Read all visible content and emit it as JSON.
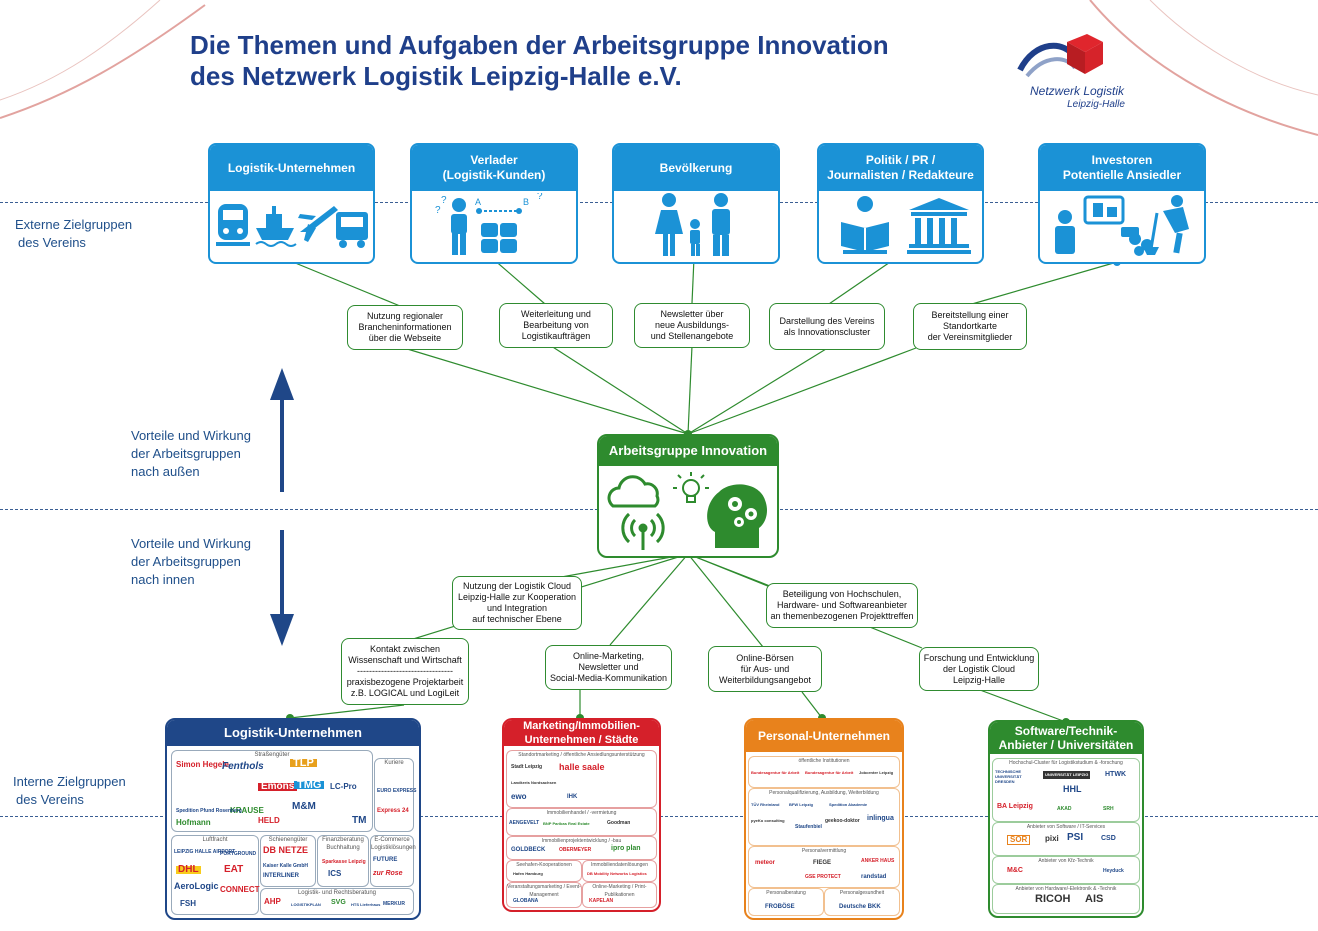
{
  "title": {
    "line1": "Die Themen und Aufgaben der Arbeitsgruppe Innovation",
    "line2": "des Netzwerk Logistik Leipzig-Halle e.V."
  },
  "logo": {
    "name": "Netzwerk Logistik",
    "sub": "Leipzig-Halle"
  },
  "side_labels": {
    "externe": [
      "Externe Zielgruppen",
      "des Vereins"
    ],
    "aussen": [
      "Vorteile und Wirkung",
      "der Arbeitsgruppen",
      "nach außen"
    ],
    "innen": [
      "Vorteile und Wirkung",
      "der Arbeitsgruppen",
      "nach innen"
    ],
    "interne": [
      "Interne Zielgruppen",
      "des Vereins"
    ]
  },
  "external_groups": [
    {
      "title": [
        "Logistik-Unternehmen"
      ],
      "icons": [
        "train-icon",
        "ship-icon",
        "plane-icon",
        "truck-icon"
      ]
    },
    {
      "title": [
        "Verlader",
        "(Logistik-Kunden)"
      ],
      "icons": [
        "person-question-icon",
        "route-a-b-icon",
        "containers-icon"
      ],
      "route": {
        "a": "A",
        "b": "B",
        "q": "?"
      }
    },
    {
      "title": [
        "Bevölkerung"
      ],
      "icons": [
        "family-icon"
      ]
    },
    {
      "title": [
        "Politik / PR /",
        "Journalisten / Redakteure"
      ],
      "icons": [
        "reader-icon",
        "government-building-icon"
      ]
    },
    {
      "title": [
        "Investoren",
        "Potentielle Ansiedler"
      ],
      "icons": [
        "investor-icon",
        "construction-worker-icon"
      ]
    }
  ],
  "external_benefits": [
    [
      "Nutzung regionaler",
      "Brancheninformationen",
      "über die Webseite"
    ],
    [
      "Weiterleitung und",
      "Bearbeitung von",
      "Logistikaufträgen"
    ],
    [
      "Newsletter über",
      "neue Ausbildungs-",
      "und Stellenangebote"
    ],
    [
      "Darstellung des Vereins",
      "als Innovationscluster"
    ],
    [
      "Bereitstellung einer",
      "Standortkarte",
      "der Vereinsmitglieder"
    ]
  ],
  "center": {
    "title": "Arbeitsgruppe Innovation",
    "icons": [
      "cloud-icon",
      "lightbulb-icon",
      "head-gears-icon",
      "signal-tower-icon"
    ]
  },
  "internal_benefits": [
    [
      "Nutzung der Logistik Cloud",
      "Leipzig-Halle zur Kooperation",
      "und Integration",
      "auf technischer Ebene"
    ],
    [
      "Beteiligung von Hochschulen,",
      "Hardware- und Softwareanbieter",
      "an themenbezogenen Projekttreffen"
    ],
    [
      "Kontakt zwischen",
      "Wissenschaft  und Wirtschaft",
      "--------------------------------",
      "praxisbezogene Projektarbeit",
      "z.B. LOGICAL und LogiLeit"
    ],
    [
      "Online-Marketing,",
      "Newsletter und",
      "Social-Media-Kommunikation"
    ],
    [
      "Online-Börsen",
      "für Aus- und",
      "Weiterbildungsangebot"
    ],
    [
      "Forschung und Entwicklung",
      "der Logistik Cloud",
      "Leipzig-Halle"
    ]
  ],
  "internal_groups": [
    {
      "title": [
        "Logistik-Unternehmen"
      ],
      "color": "#1f4788",
      "sections": [
        {
          "caption": "Straßengüter",
          "logos": [
            "Simon Hegele",
            "Fenthols",
            "TLP",
            "Emons",
            "TMG",
            "LC-Pro",
            "M&M",
            "HELD",
            "KRAUSE",
            "Spedition Pfund Rosenberg",
            "Hofmann",
            "TM"
          ]
        },
        {
          "caption": "Kuriere",
          "logos": [
            "EURO EXPRESS",
            "Express 24"
          ]
        },
        {
          "caption": "Luftfracht",
          "logos": [
            "LEIPZIG HALLE AIRPORT",
            "PORTGROUND",
            "DHL",
            "EAT",
            "AeroLogic",
            "CONNECT",
            "FSH"
          ]
        },
        {
          "caption": "Schienengüter",
          "logos": [
            "DB NETZE",
            "Kaiser Kalle GmbH",
            "INTERLINER"
          ]
        },
        {
          "caption": "Finanzberatung Buchhaltung",
          "logos": [
            "Sparkasse Leipzig",
            "ICS"
          ]
        },
        {
          "caption": "E-Commerce Logistiklösungen",
          "logos": [
            "FUTURE",
            "zur Rose"
          ]
        },
        {
          "caption": "Logistik- und Rechtsberatung",
          "logos": [
            "AHP",
            "LOGISTIKPLAN",
            "SVG",
            "HTS Lieferhaus",
            "MERKUR"
          ]
        }
      ]
    },
    {
      "title": [
        "Marketing/Immobilien-",
        "Unternehmen / Städte"
      ],
      "color": "#d5202a",
      "sections": [
        {
          "caption": "Standortmarketing / öffentliche Ansiedlungsunterstützung",
          "logos": [
            "Stadt Leipzig",
            "halle saale",
            "Landkreis Nordsachsen",
            "ewo",
            "IHK"
          ]
        },
        {
          "caption": "Immobilienhandel / -vermietung",
          "logos": [
            "AENGEVELT",
            "BNP Paribas Real Estate",
            "Goodman"
          ]
        },
        {
          "caption": "Immobilienprojektentwicklung / -bau",
          "logos": [
            "GOLDBECK",
            "OBERMEYER",
            "ipro plan"
          ]
        },
        {
          "caption": "Seehafen-Kooperationen",
          "logos": [
            "Hafen Hamburg"
          ]
        },
        {
          "caption": "Immobiliendatenlösungen",
          "logos": [
            "DB Mobility Networks Logistics"
          ]
        },
        {
          "caption": "Veranstaltungsmarketing / Event-Management",
          "logos": [
            "GLOBANA"
          ]
        },
        {
          "caption": "Online-Marketing / Print-Publikationen",
          "logos": [
            "KAPELAN"
          ]
        }
      ]
    },
    {
      "title": [
        "Personal-Unternehmen"
      ],
      "color": "#e8821c",
      "sections": [
        {
          "caption": "öffentliche Institutionen",
          "logos": [
            "Bundesagentur für Arbeit",
            "Bundesagentur für Arbeit",
            "Jobcenter Leipzig"
          ]
        },
        {
          "caption": "Personalqualifizierung, Ausbildung, Weiterbildung",
          "logos": [
            "TÜV Rheinland",
            "BFW Leipzig",
            "Spedition Akademie",
            "pyeKo consulting",
            "Staufenbiel",
            "geekoo-doktor",
            "inlingua"
          ]
        },
        {
          "caption": "Personalvermittlung",
          "logos": [
            "meteor",
            "FIEGE",
            "ANKER HAUS",
            "GSE PROTECT",
            "randstad"
          ]
        },
        {
          "caption": "Personalberatung",
          "logos": [
            "FROBÖSE"
          ]
        },
        {
          "caption": "Personalgesundheit",
          "logos": [
            "Deutsche BKK"
          ]
        }
      ]
    },
    {
      "title": [
        "Software/Technik-",
        "Anbieter / Universitäten"
      ],
      "color": "#2e8b2e",
      "sections": [
        {
          "caption": "Hochschul-Cluster für Logistikstudium & -forschung",
          "logos": [
            "TECHNISCHE UNIVERSITÄT DRESDEN",
            "UNIVERSITÄT LEIPZIG",
            "HTWK",
            "HHL",
            "BA Leipzig",
            "AKAD",
            "SRH"
          ]
        },
        {
          "caption": "Anbieter von Software / IT-Services",
          "logos": [
            "SOR",
            "pixi",
            "PSI",
            "CSD"
          ]
        },
        {
          "caption": "Anbieter von Kfz-Technik",
          "logos": [
            "M&C",
            "Heyduck"
          ]
        },
        {
          "caption": "Anbieter von Hardware/-Elektronik & -Technik",
          "logos": [
            "RICOH",
            "AIS"
          ]
        }
      ]
    }
  ]
}
